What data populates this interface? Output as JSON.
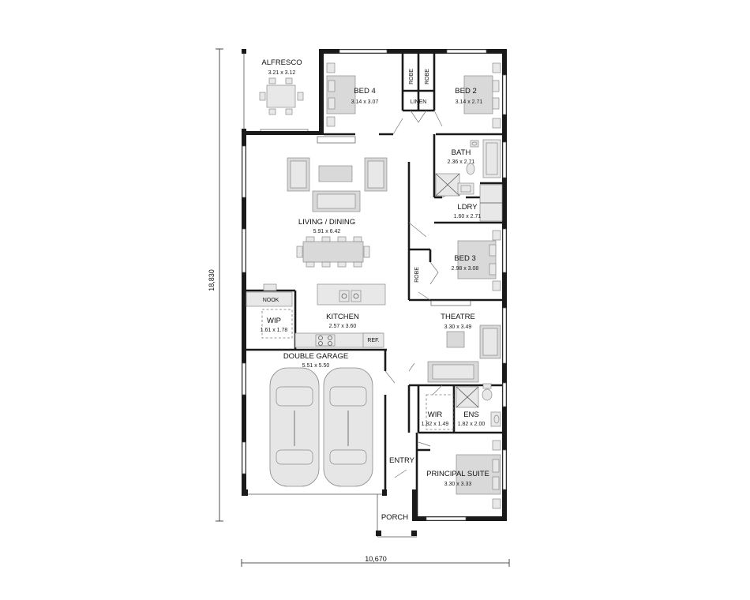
{
  "rooms": {
    "alfresco": {
      "name": "ALFRESCO",
      "size": "3.21 x 3.12"
    },
    "bed4": {
      "name": "BED 4",
      "size": "3.14 x 3.07"
    },
    "bed2": {
      "name": "BED 2",
      "size": "3.14 x 2.71"
    },
    "bath": {
      "name": "BATH",
      "size": "2.36 x 2.71"
    },
    "ldry": {
      "name": "LDRY",
      "size": "1.60 x 2.71"
    },
    "living": {
      "name": "LIVING / DINING",
      "size": "5.91 x 6.42"
    },
    "bed3": {
      "name": "BED 3",
      "size": "2.98 x 3.08"
    },
    "wip": {
      "name": "WIP",
      "size": "1.61 x 1.78"
    },
    "kitchen": {
      "name": "KITCHEN",
      "size": "2.57 x 3.60"
    },
    "theatre": {
      "name": "THEATRE",
      "size": "3.30 x 3.49"
    },
    "garage": {
      "name": "DOUBLE GARAGE",
      "size": "5.51 x 5.50"
    },
    "wir": {
      "name": "WIR",
      "size": "1.82 x 1.49"
    },
    "ens": {
      "name": "ENS",
      "size": "1.82 x 2.00"
    },
    "entry": {
      "name": "ENTRY"
    },
    "principal": {
      "name": "PRINCIPAL SUITE",
      "size": "3.30 x 3.33"
    },
    "porch": {
      "name": "PORCH"
    }
  },
  "labels": {
    "robe_left": "ROBE",
    "robe_right": "ROBE",
    "robe_bed3": "ROBE",
    "linen": "LINEN",
    "nook": "NOOK",
    "ref": "REF."
  },
  "dimensions": {
    "overall_depth": "18,830",
    "overall_width": "10,670"
  }
}
